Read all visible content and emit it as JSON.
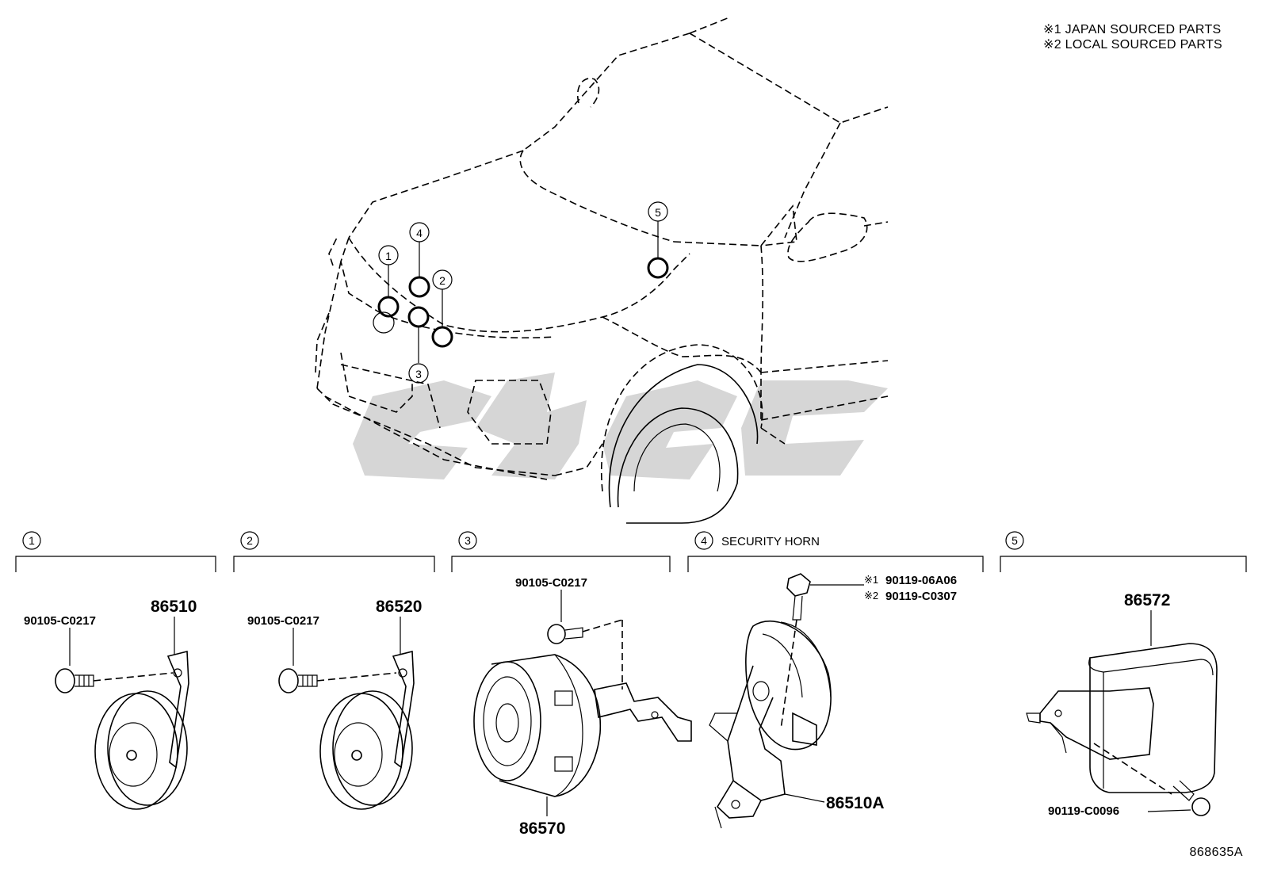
{
  "legend": {
    "note1": "※1 JAPAN SOURCED PARTS",
    "note2": "※2 LOCAL SOURCED PARTS"
  },
  "callouts": {
    "c1": "1",
    "c2": "2",
    "c3": "3",
    "c4": "4",
    "c5": "5"
  },
  "sections": [
    {
      "number": "1",
      "title": ""
    },
    {
      "number": "2",
      "title": ""
    },
    {
      "number": "3",
      "title": ""
    },
    {
      "number": "4",
      "title": "SECURITY HORN"
    },
    {
      "number": "5",
      "title": ""
    }
  ],
  "parts": {
    "s1_bolt": "90105-C0217",
    "s1_horn": "86510",
    "s2_bolt": "90105-C0217",
    "s2_horn": "86520",
    "s3_bolt": "90105-C0217",
    "s3_horn": "86570",
    "s4_bolt_japan_mark": "※1",
    "s4_bolt_japan": "90119-06A06",
    "s4_bolt_local_mark": "※2",
    "s4_bolt_local": "90119-C0307",
    "s4_horn": "86510A",
    "s5_unit": "86572",
    "s5_bolt": "90119-C0096"
  },
  "drawing_code": "868635A"
}
